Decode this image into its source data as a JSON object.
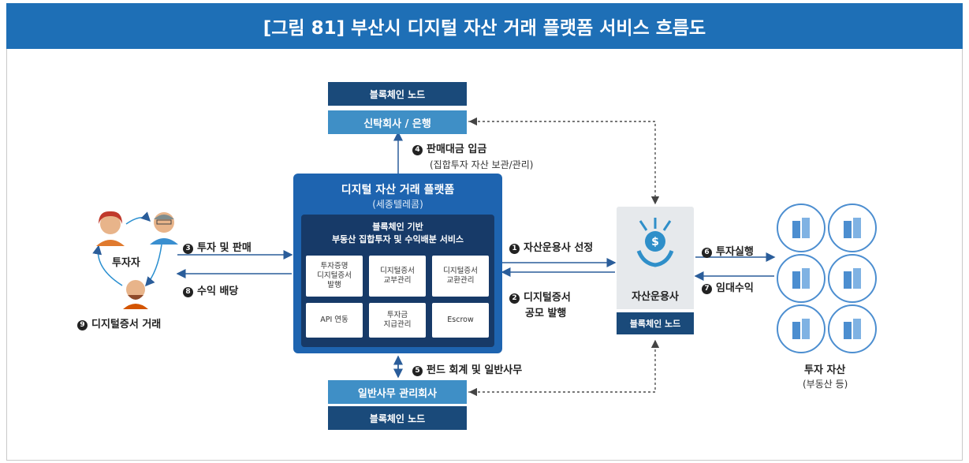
{
  "title": "[그림 81] 부산시 디지털 자산 거래 플랫폼 서비스 흐름도",
  "top_node": {
    "blockchain": "블록체인 노드",
    "trust": "신탁회사 / 은행"
  },
  "bottom_node": {
    "admin": "일반사무 관리회사",
    "blockchain": "블록체인 노드"
  },
  "platform": {
    "title": "디지털 자산 거래 플랫폼",
    "subtitle": "(세종텔레콤)",
    "inner_title_1": "블록체인 기반",
    "inner_title_2": "부동산 집합투자 및 수익배분 서비스",
    "cells": [
      "투자증명\n디지털증서\n발행",
      "디지털증서\n교부관리",
      "디지털증서\n교환관리",
      "API 연동",
      "투자금\n지급관리",
      "Escrow"
    ]
  },
  "investor": {
    "label": "투자자",
    "trade": "디지털증서 거래",
    "trade_num": "9"
  },
  "manager": {
    "label": "자산운용사",
    "blockchain": "블록체인 노드"
  },
  "assets": {
    "label": "투자 자산",
    "sub": "(부동산 등)"
  },
  "flows": {
    "f1": {
      "num": "1",
      "text": "자산운용사 선정"
    },
    "f2": {
      "num": "2",
      "text": "디지털증서",
      "text2": "공모 발행"
    },
    "f3": {
      "num": "3",
      "text": "투자 및 판매"
    },
    "f4": {
      "num": "4",
      "text": "판매대금 입금",
      "sub": "(집합투자 자산 보관/관리)"
    },
    "f5": {
      "num": "5",
      "text": "펀드 회계 및 일반사무"
    },
    "f6": {
      "num": "6",
      "text": "투자실행"
    },
    "f7": {
      "num": "7",
      "text": "임대수익"
    },
    "f8": {
      "num": "8",
      "text": "수익 배당"
    }
  },
  "colors": {
    "title_bar": "#1e6fb6",
    "dark_node": "#1a4a7a",
    "light_node": "#3f8fc6",
    "platform": "#1e64b0",
    "inner": "#173a68"
  }
}
